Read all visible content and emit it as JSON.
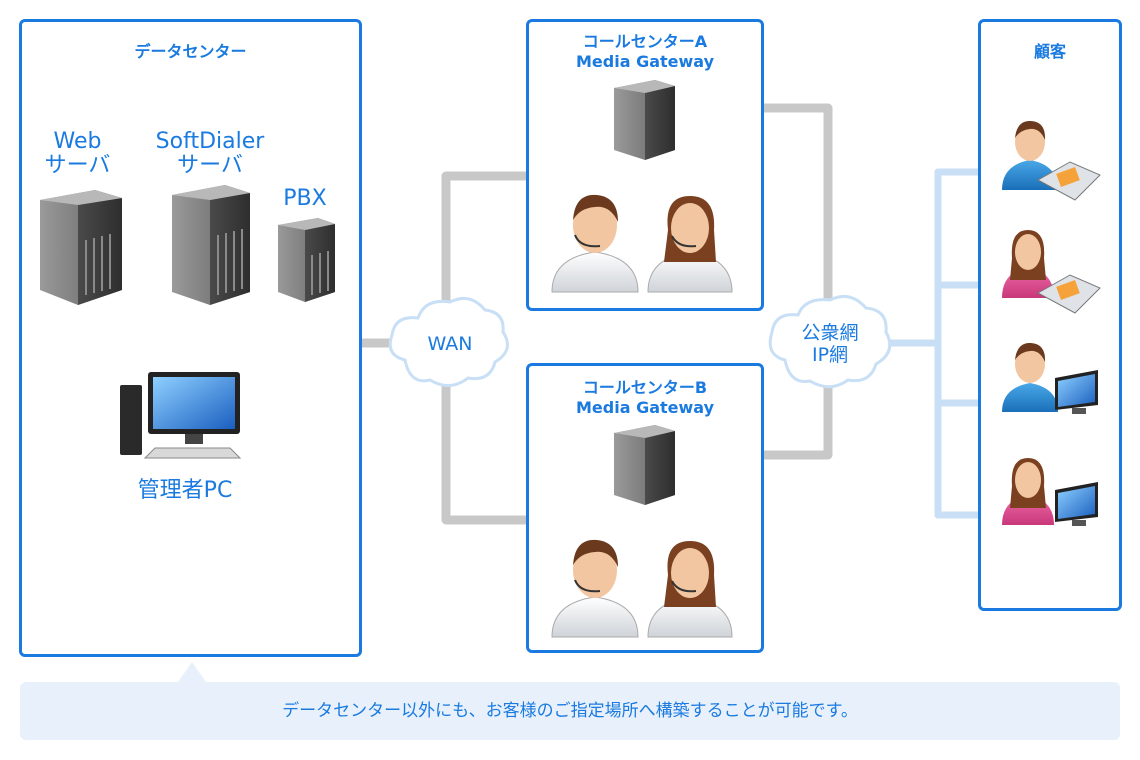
{
  "datacenter": {
    "title": "データセンター",
    "web_server": "Web\nサーバ",
    "softdialer_server": "SoftDialer\nサーバ",
    "pbx": "PBX",
    "admin_pc": "管理者PC"
  },
  "callcenter_a": {
    "title": "コールセンターA\nMedia Gateway"
  },
  "callcenter_b": {
    "title": "コールセンターB\nMedia Gateway"
  },
  "wan": "WAN",
  "public_network": "公衆網\nIP網",
  "customer": {
    "title": "顧客"
  },
  "note": "データセンター以外にも、お客様のご指定場所へ構築することが可能です。",
  "colors": {
    "accent": "#1a7ae0",
    "line_blue": "#c8dff5",
    "line_gray": "#c8c8c8",
    "note_bg": "#e8f1fb"
  }
}
